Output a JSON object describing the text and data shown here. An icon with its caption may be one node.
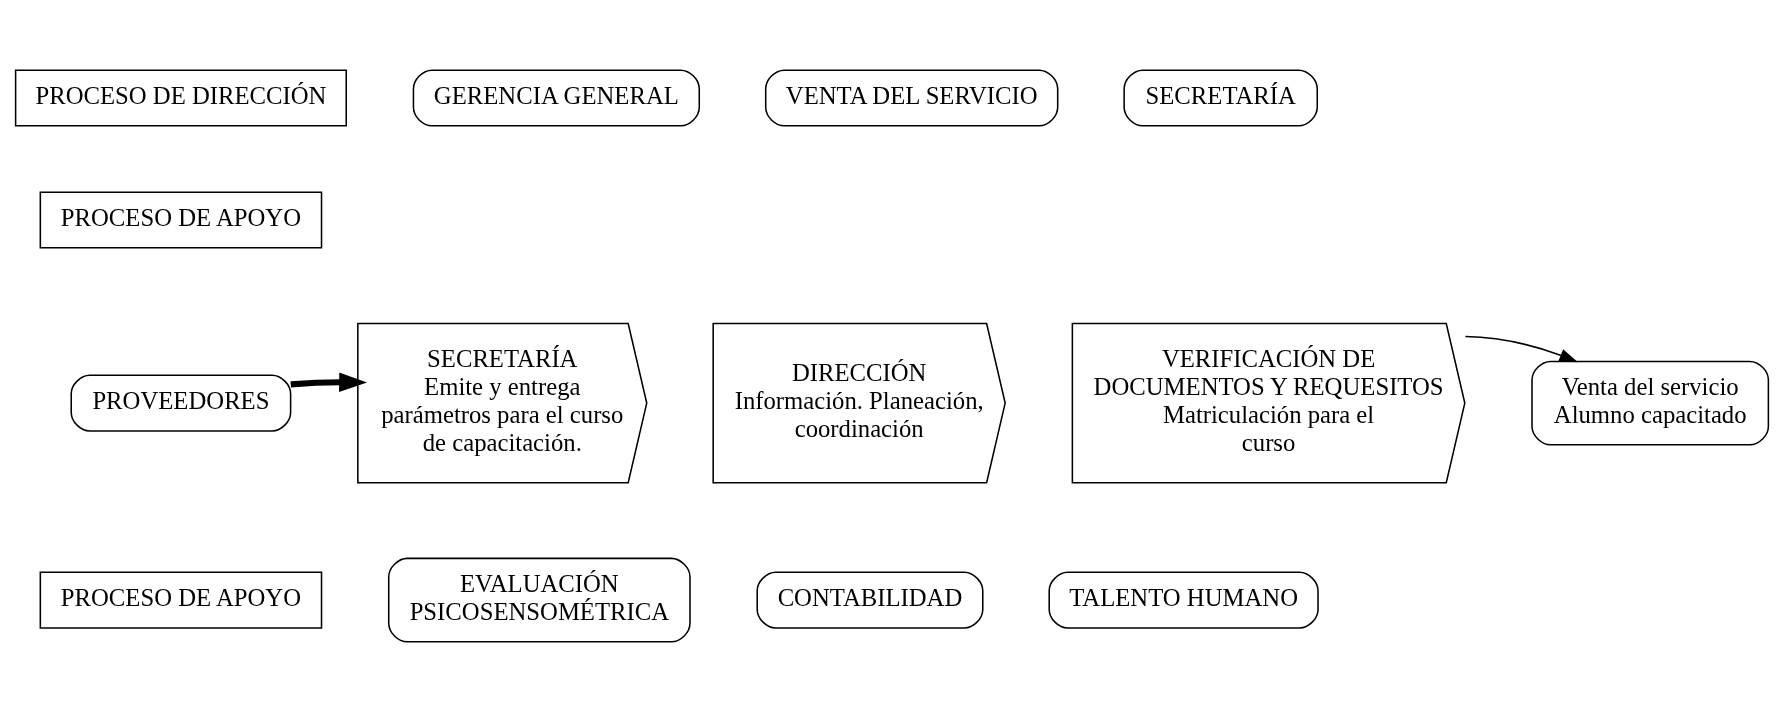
{
  "diagram": {
    "nodes": [
      {
        "text": [
          "PROCESO DE DIRECCIÓN"
        ]
      },
      {
        "text": [
          "GERENCIA GENERAL"
        ]
      },
      {
        "text": [
          "VENTA DEL SERVICIO"
        ]
      },
      {
        "text": [
          "SECRETARÍA"
        ]
      },
      {
        "text": [
          "PROCESO DE APOYO"
        ]
      },
      {
        "text": [
          "PROVEEDORES"
        ]
      },
      {
        "text": [
          "SECRETARÍA",
          "Emite y entrega parámetros para el curso de capacitación."
        ]
      },
      {
        "text": [
          "DIRECCIÓN",
          "Información. Planeación, coordinación"
        ]
      },
      {
        "text": [
          "VERIFICACIÓN DE DOCUMENTOS Y REQUESITOS",
          "Matriculación para el curso"
        ]
      },
      {
        "text": [
          "Venta del servicio Alumno capacitado"
        ]
      },
      {
        "text": [
          "PROCESO DE APOYO"
        ]
      },
      {
        "text": [
          "EVALUACIÓN PSICOSENSOMÉTRICA"
        ]
      },
      {
        "text": [
          "CONTABILIDAD"
        ]
      },
      {
        "text": [
          "TALENTO HUMANO"
        ]
      }
    ],
    "edges": [
      {
        "from": 5,
        "to": 6,
        "arrow": "to",
        "style": "thick"
      },
      {
        "from": 8,
        "to": 9,
        "arrow": "to"
      }
    ]
  }
}
